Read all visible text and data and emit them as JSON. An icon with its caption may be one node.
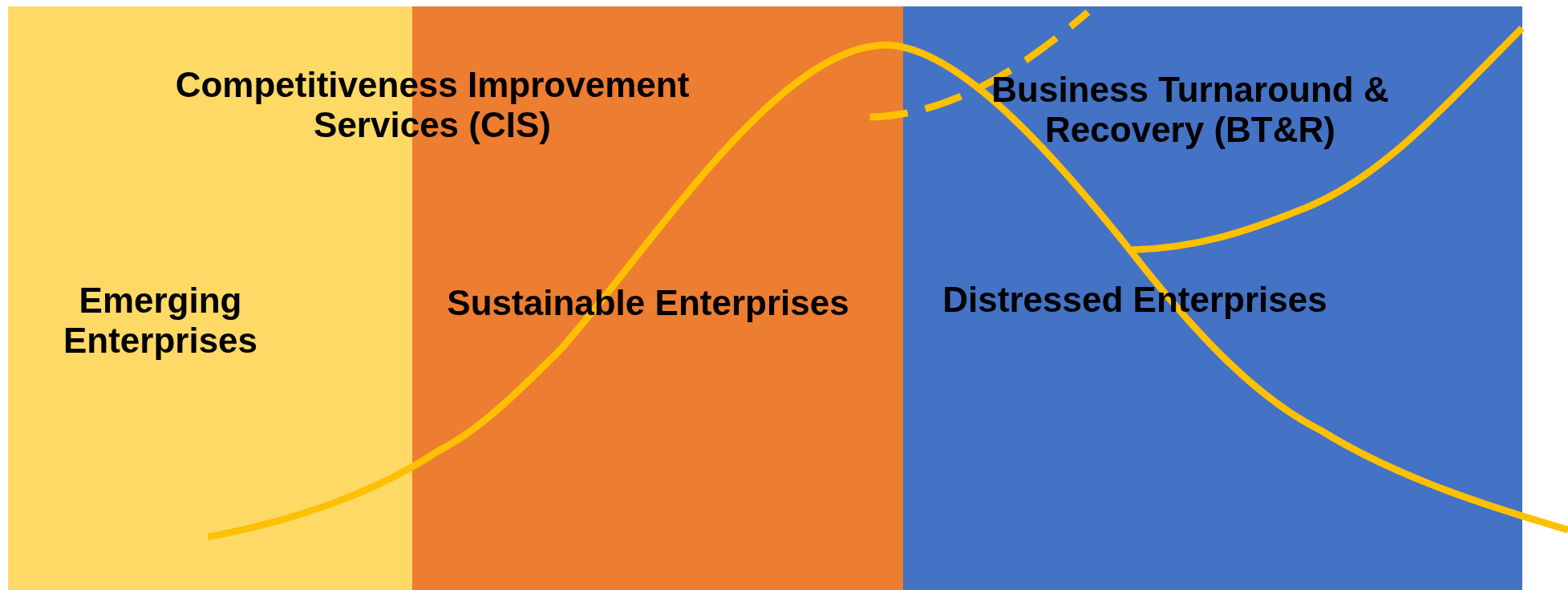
{
  "diagram": {
    "nodes": [
      {
        "text": [
          "Emerging Enterprises"
        ]
      },
      {
        "text": [
          "Sustainable Enterprises"
        ]
      },
      {
        "text": [
          "Distressed Enterprises"
        ]
      }
    ],
    "labels": [
      "Competitiveness Improvement Services (CIS)",
      "Business Turnaround & Recovery (BT&R)"
    ]
  }
}
